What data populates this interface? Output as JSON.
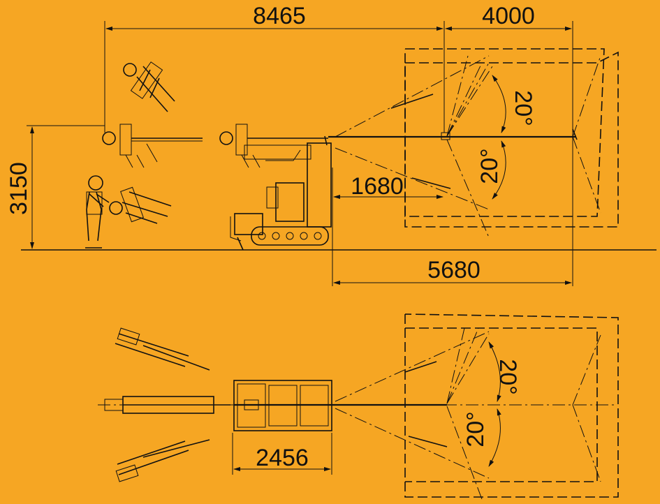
{
  "colors": {
    "background": "#F6A623",
    "ink": "#111111"
  },
  "dimensions": {
    "boom_reach": "8465",
    "head_range": "4000",
    "height": "3150",
    "carrier_front": "1680",
    "carrier_total": "5680",
    "carrier_width": "2456"
  },
  "angles": {
    "side_upper": "20°",
    "side_lower": "20°",
    "top_upper": "20°",
    "top_lower": "20°"
  }
}
